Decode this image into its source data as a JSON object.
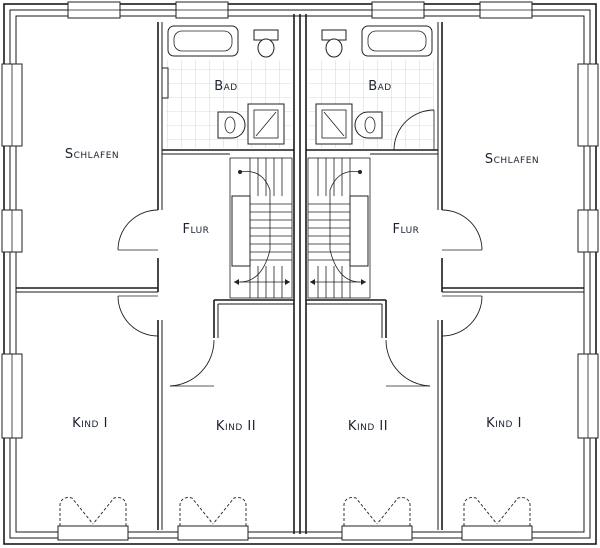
{
  "rooms": {
    "left": {
      "bath": "Bad",
      "bedroom": "Schlafen",
      "hall": "Flur",
      "kid1": "Kind I",
      "kid2": "Kind II"
    },
    "right": {
      "bath": "Bad",
      "bedroom": "Schlafen",
      "hall": "Flur",
      "kid1": "Kind I",
      "kid2": "Kind II"
    }
  }
}
